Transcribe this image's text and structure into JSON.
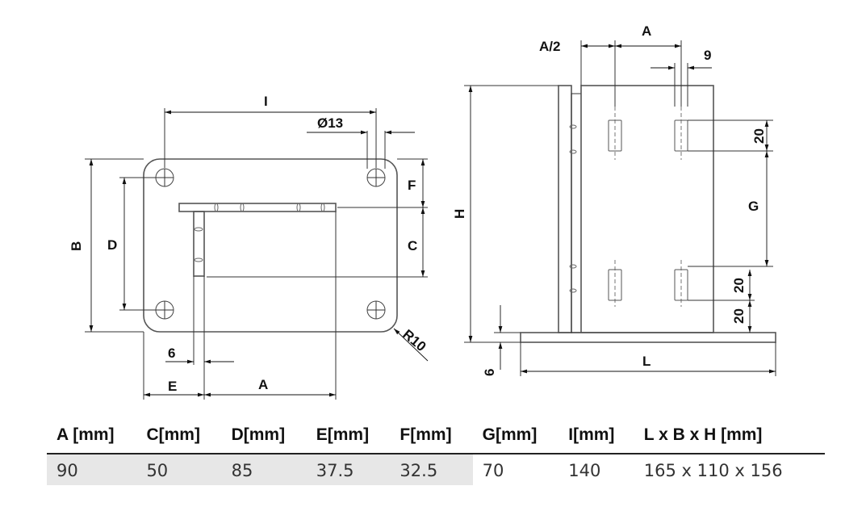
{
  "top_view": {
    "labels": {
      "I": "I",
      "dia": "Ø13",
      "F": "F",
      "B": "B",
      "D": "D",
      "C": "C",
      "R": "R10",
      "six": "6",
      "E": "E",
      "A": "A"
    }
  },
  "side_view": {
    "labels": {
      "A_half": "A/2",
      "A": "A",
      "nine": "9",
      "H": "H",
      "twenty_top": "20",
      "G": "G",
      "twenty_mid": "20",
      "twenty_bot": "20",
      "six": "6",
      "L": "L"
    }
  },
  "spec_table": {
    "headers": [
      "A [mm]",
      "C[mm]",
      "D[mm]",
      "E[mm]",
      "F[mm]",
      "G[mm]",
      "I[mm]",
      "L x B x H [mm]"
    ],
    "values": [
      "90",
      "50",
      "85",
      "37.5",
      "32.5",
      "70",
      "140",
      "165 x 110 x 156"
    ]
  }
}
